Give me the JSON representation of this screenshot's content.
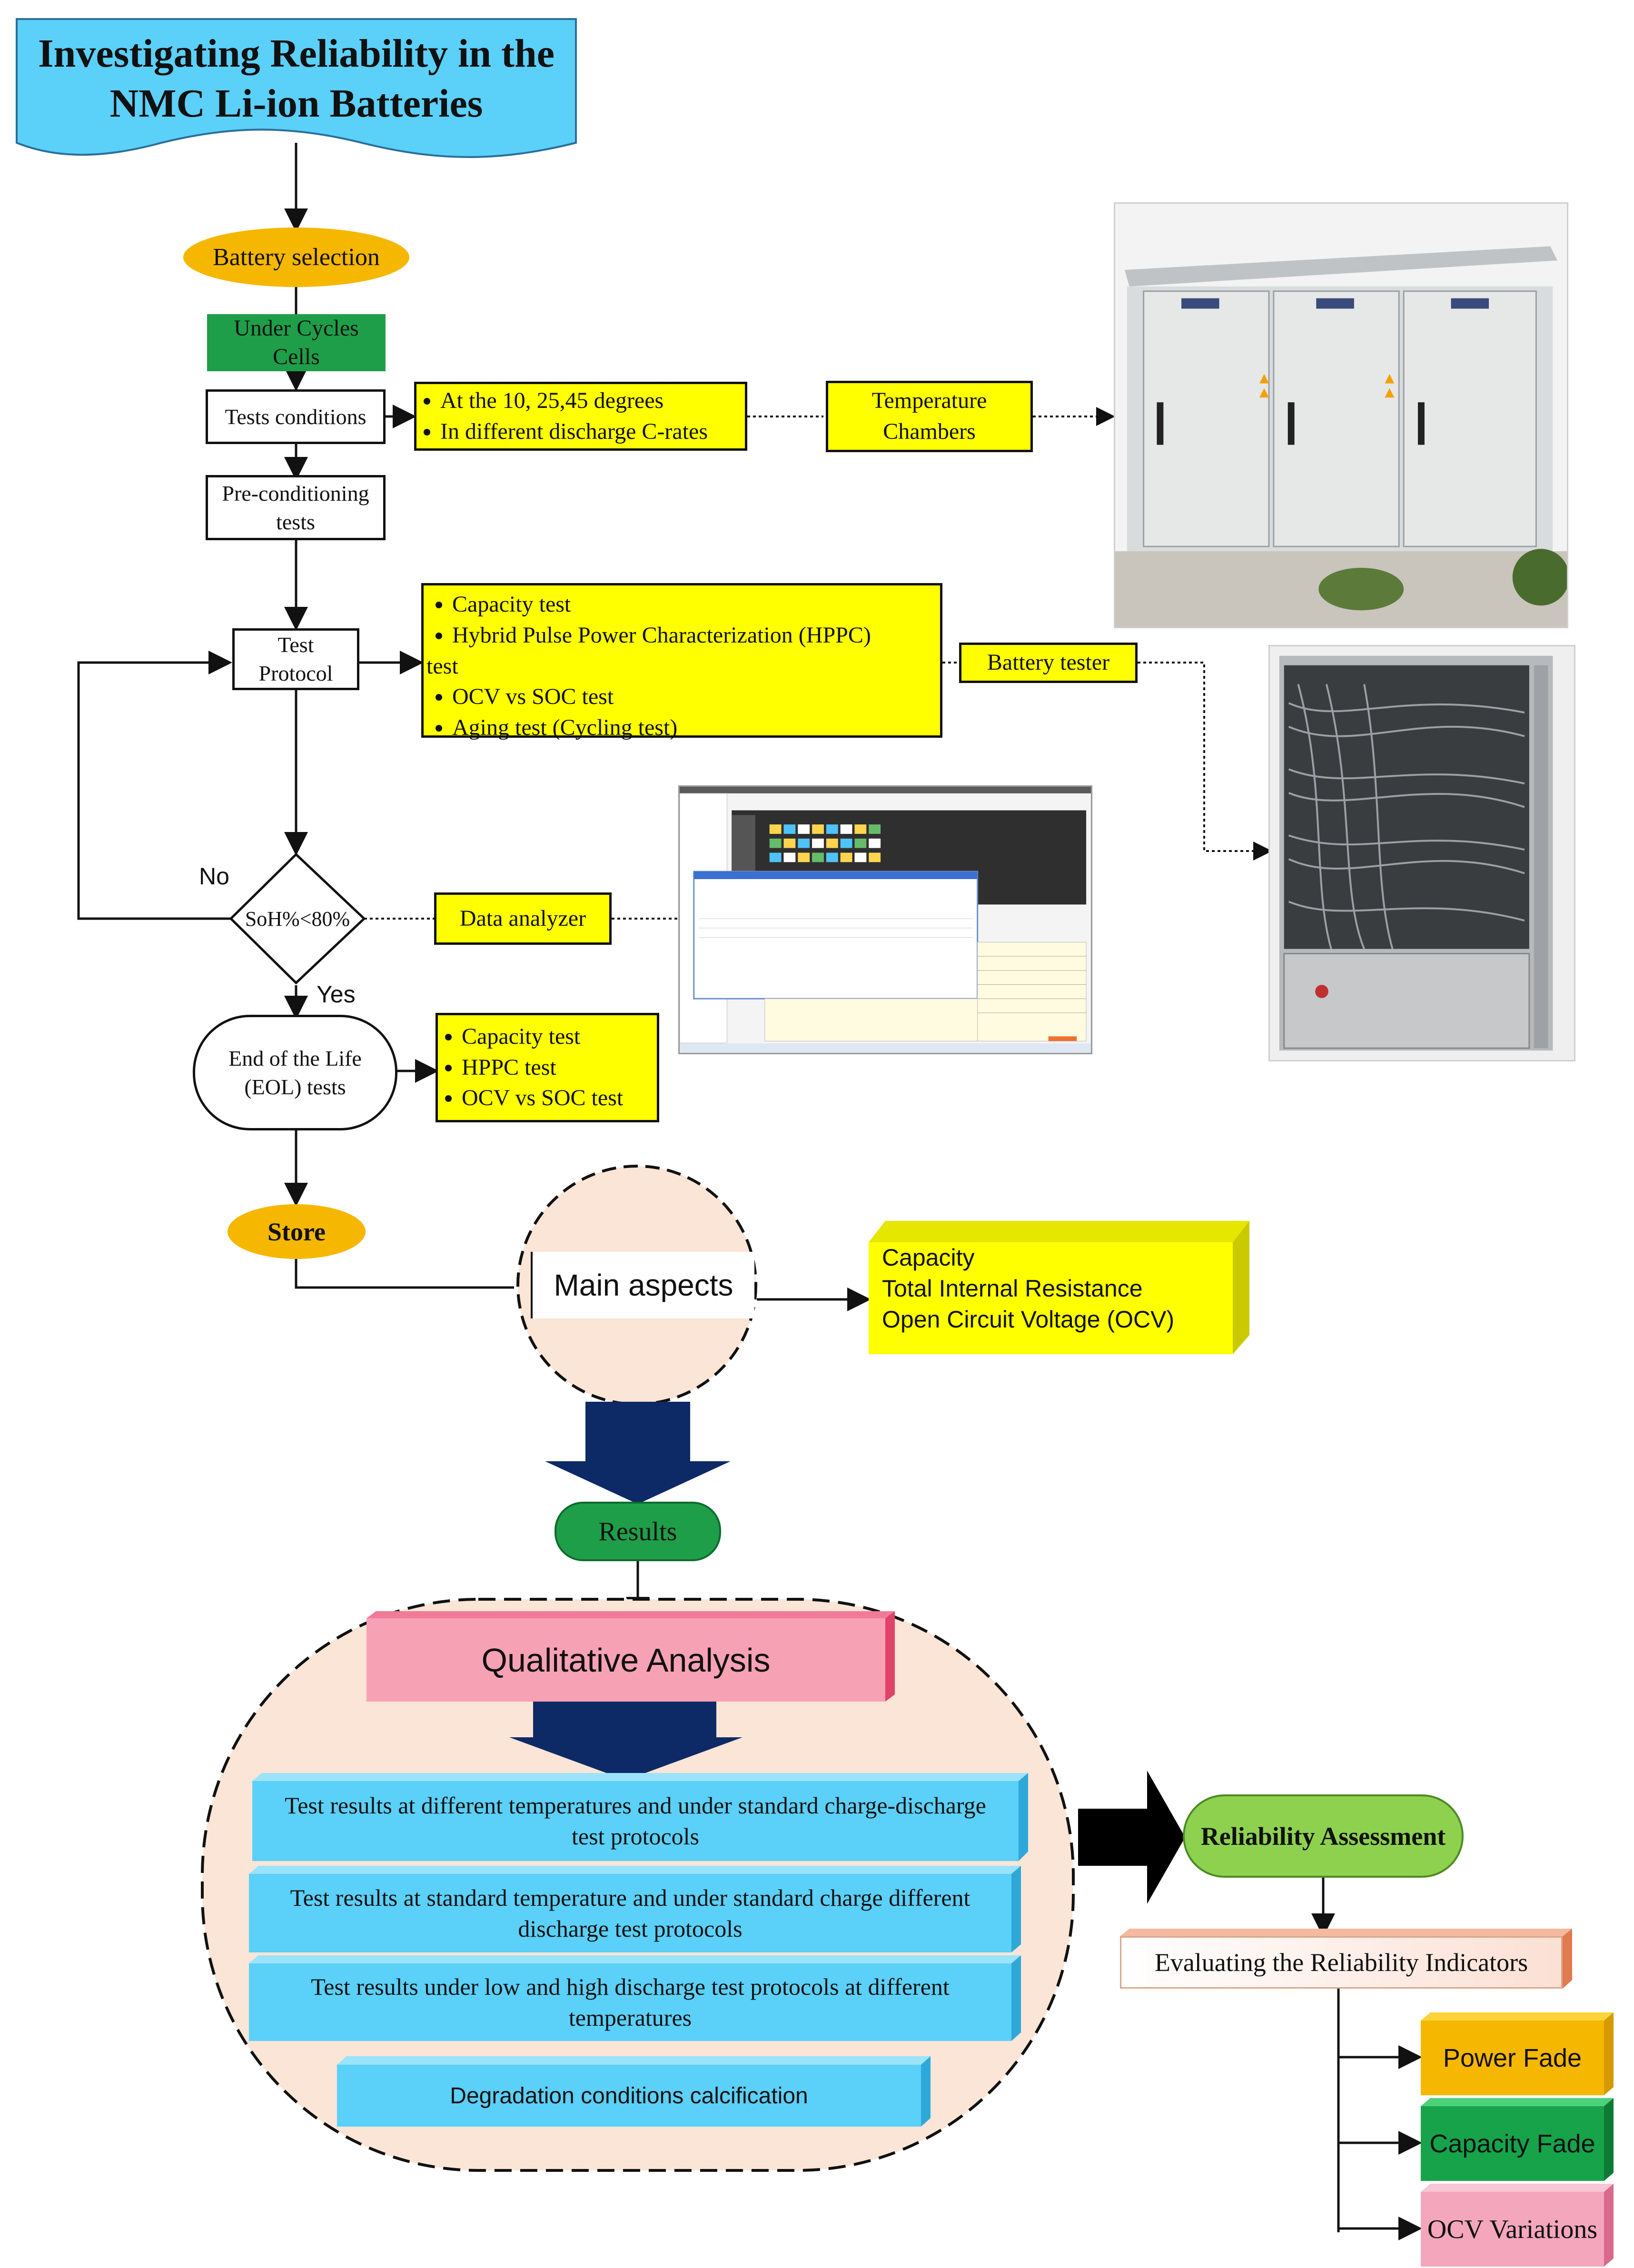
{
  "title": {
    "line1": "Investigating Reliability in the",
    "line2": "NMC Li-ion Batteries"
  },
  "flow": {
    "battery_selection": "Battery selection",
    "under_cycles": {
      "line1": "Under Cycles",
      "line2": "Cells"
    },
    "tests_conditions": "Tests conditions",
    "conditions": [
      "At the 10, 25,45 degrees",
      "In different discharge C-rates"
    ],
    "temperature_chambers": {
      "line1": "Temperature",
      "line2": "Chambers"
    },
    "preconditioning": {
      "line1": "Pre-conditioning",
      "line2": "tests"
    },
    "test_protocol": {
      "line1": "Test",
      "line2": "Protocol"
    },
    "protocol_items": [
      "Capacity test",
      "Hybrid Pulse Power Characterization (HPPC)",
      "OCV vs SOC test",
      "Aging test (Cycling test)"
    ],
    "protocol_wrap": "test",
    "battery_tester": "Battery tester",
    "decision": "SoH%<80%",
    "no_label": "No",
    "yes_label": "Yes",
    "data_analyzer": "Data analyzer",
    "eol": {
      "line1": "End of the Life",
      "line2": "(EOL) tests"
    },
    "eol_items": [
      "Capacity test",
      "HPPC test",
      "OCV vs SOC test"
    ],
    "store": "Store",
    "main_aspects": "Main aspects",
    "aspects": [
      "Capacity",
      "Total Internal Resistance",
      "Open Circuit Voltage (OCV)"
    ],
    "results": "Results",
    "qualitative": "Qualitative Analysis",
    "result_bars": [
      {
        "line1": "Test results at different temperatures and under standard charge-discharge",
        "line2": "test protocols"
      },
      {
        "line1": "Test results at standard temperature and under standard charge different",
        "line2": "discharge test protocols"
      },
      {
        "line1": "Test results under low and high discharge test protocols at different",
        "line2": "temperatures"
      },
      {
        "line1": "Degradation conditions calcification",
        "line2": ""
      }
    ],
    "reliability": "Reliability Assessment",
    "evaluating": "Evaluating the Reliability Indicators",
    "indicators": [
      "Power Fade",
      "Capacity Fade",
      "OCV Variations"
    ]
  },
  "colors": {
    "title_fill": "#5bd0f8",
    "yellow": "#ffff00",
    "orange": "#f5b700",
    "green": "#1e9e48",
    "light_green": "#8ed14f",
    "navy": "#0d2a66",
    "peach": "#fbe5d6",
    "pink": "#f7a1b5",
    "cyan": "#5bd0f8",
    "capacity_green": "#16a34a",
    "ocv_pink": "#f4a6bd"
  },
  "icons": [
    "temperature-chamber-photo",
    "battery-tester-photo",
    "data-analyzer-screenshot"
  ]
}
